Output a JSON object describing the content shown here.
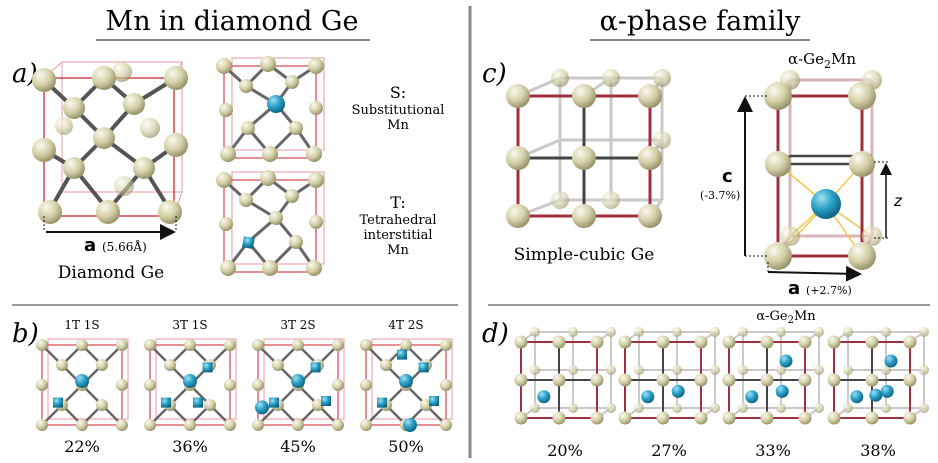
{
  "left_title": "Mn in diamond Ge",
  "right_title": "α-phase family",
  "panel_a": {
    "label": "a)",
    "axis_letter": "a",
    "axis_value": "(5.66Å)",
    "caption": "Diamond Ge"
  },
  "defect_s": {
    "letter": "S:",
    "line1": "Substitutional",
    "line2": "Mn"
  },
  "defect_t": {
    "letter": "T:",
    "line1": "Tetrahedral",
    "line2": "interstitial",
    "line3": "Mn"
  },
  "panel_b": {
    "label": "b)",
    "items": [
      {
        "name": "1T 1S",
        "percent": "22%"
      },
      {
        "name": "3T 1S",
        "percent": "36%"
      },
      {
        "name": "3T 2S",
        "percent": "45%"
      },
      {
        "name": "4T 2S",
        "percent": "50%"
      }
    ]
  },
  "panel_c": {
    "label": "c)",
    "caption": "Simple-cubic Ge",
    "cell_title_prefix": "α-Ge",
    "cell_title_sub": "2",
    "cell_title_suffix": "Mn",
    "c_letter": "c",
    "c_value": "(-3.7%)",
    "z_letter": "z",
    "a_letter": "a",
    "a_value": "(+2.7%)"
  },
  "panel_d": {
    "label": "d)",
    "title_prefix": "α-Ge",
    "title_sub": "2",
    "title_suffix": "Mn",
    "percents": [
      "20%",
      "27%",
      "33%",
      "38%"
    ]
  },
  "colors": {
    "ge_atom": "#d8d5b0",
    "mn_atom": "#2a9fc4",
    "cell_edge": "#d6434f",
    "bond": "#555555",
    "divider": "#888888"
  }
}
